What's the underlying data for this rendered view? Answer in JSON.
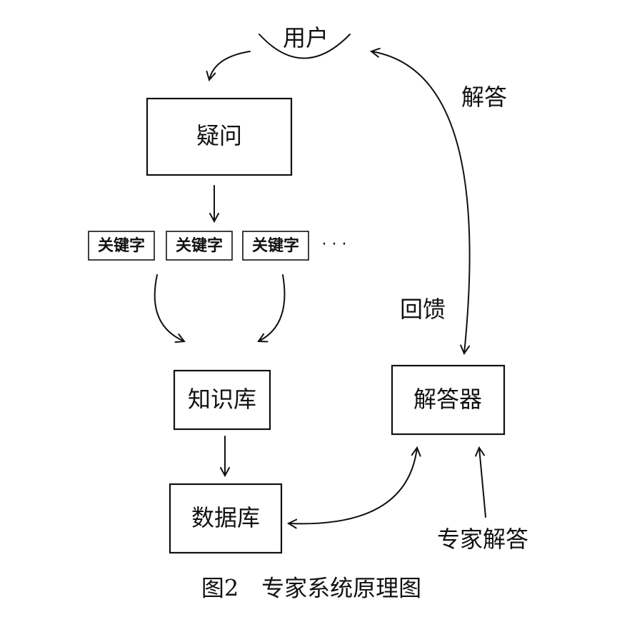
{
  "nodes": {
    "user": "用户",
    "question": "疑问",
    "keyword": "关键字",
    "ellipsis": "· · ·",
    "knowledge_base": "知识库",
    "database": "数据库",
    "answerer": "解答器",
    "expert_answer": "专家解答"
  },
  "edge_labels": {
    "answer": "解答",
    "feedback": "回馈"
  },
  "caption": "图2　专家系统原理图"
}
